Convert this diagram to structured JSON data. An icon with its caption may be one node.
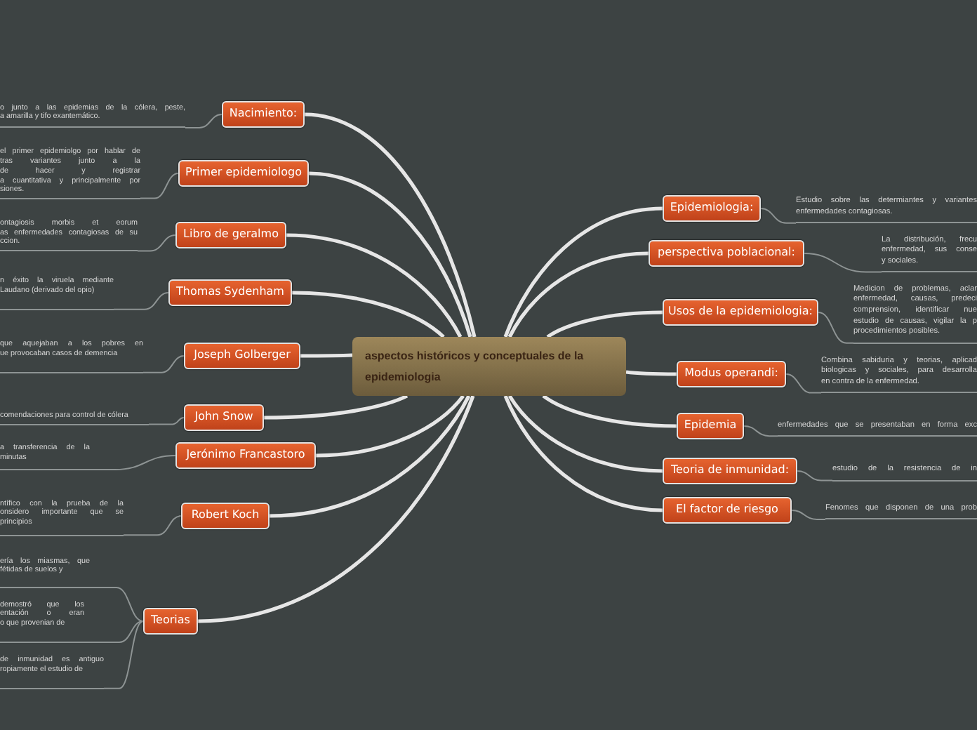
{
  "diagram": {
    "nodes": [
      {
        "text": [
          "aspectos históricos y conceptuales de la epidemiologia"
        ]
      },
      {
        "text": [
          "Nacimiento:"
        ]
      },
      {
        "text": [
          "o junto a las epidemias de la cólera, peste, a amarilla y tifo exantemático."
        ]
      },
      {
        "text": [
          "Primer epidemiologo"
        ]
      },
      {
        "text": [
          "el primer epidemiolgo por hablar de tras variantes junto a la de hacer y registrar a cuantitativa y principalmente por siones."
        ]
      },
      {
        "text": [
          "Libro de geralmo"
        ]
      },
      {
        "text": [
          "ontagiosis morbis et eorum as enfermedades contagiosas de su ccion."
        ]
      },
      {
        "text": [
          "Thomas Sydenham"
        ]
      },
      {
        "text": [
          "n éxito la viruela mediante Laudano (derivado del opio)"
        ]
      },
      {
        "text": [
          "Joseph Golberger"
        ]
      },
      {
        "text": [
          "que aquejaban a los pobres en ue provocaban casos de demencia"
        ]
      },
      {
        "text": [
          "John Snow"
        ]
      },
      {
        "text": [
          "comendaciones para control de cólera"
        ]
      },
      {
        "text": [
          "Jerónimo Francastoro"
        ]
      },
      {
        "text": [
          "a transferencia de la minutas"
        ]
      },
      {
        "text": [
          "Robert Koch"
        ]
      },
      {
        "text": [
          "ntífico con la prueba de la onsidero importante que se principios"
        ]
      },
      {
        "text": [
          "Teorias"
        ]
      },
      {
        "text": [
          "ería los miasmas, que fétidas de suelos y"
        ]
      },
      {
        "text": [
          "demostró que los entación o eran o que provenian de"
        ]
      },
      {
        "text": [
          "de inmunidad es antiguo ropiamente el estudio de"
        ]
      },
      {
        "text": [
          "Epidemiologia:"
        ]
      },
      {
        "text": [
          "Estudio sobre las determiantes y variantes enfermedades contagiosas."
        ]
      },
      {
        "text": [
          "perspectiva poblacional:"
        ]
      },
      {
        "text": [
          "La distribución, frecu enfermedad, sus conse y sociales."
        ]
      },
      {
        "text": [
          "Usos de la epidemiologia:"
        ]
      },
      {
        "text": [
          "Medicion de problemas, aclar enfermedad, causas, predeci comprension, identificar nue estudio de causas, vigilar la p procedimientos posibles."
        ]
      },
      {
        "text": [
          "Modus operandi:"
        ]
      },
      {
        "text": [
          "Combina sabiduria y teorias, aplicad biologicas y sociales, para desarrolla en contra de la enfermedad."
        ]
      },
      {
        "text": [
          "Epidemia"
        ]
      },
      {
        "text": [
          "enfermedades que se presentaban en forma exc"
        ]
      },
      {
        "text": [
          "Teoria de inmunidad:"
        ]
      },
      {
        "text": [
          "estudio de la resistencia de in"
        ]
      },
      {
        "text": [
          "El factor de riesgo"
        ]
      },
      {
        "text": [
          "Fenomes que disponen de una prob"
        ]
      }
    ],
    "edges": [
      {
        "from": 0,
        "to": 1,
        "arrow": "none",
        "style": "thick",
        "color": "#e6e6e6"
      },
      {
        "from": 0,
        "to": 3,
        "arrow": "none",
        "style": "thick",
        "color": "#e6e6e6"
      },
      {
        "from": 0,
        "to": 5,
        "arrow": "none",
        "style": "thick",
        "color": "#e6e6e6"
      },
      {
        "from": 0,
        "to": 7,
        "arrow": "none",
        "style": "thick",
        "color": "#e6e6e6"
      },
      {
        "from": 0,
        "to": 9,
        "arrow": "none",
        "style": "thick",
        "color": "#e6e6e6"
      },
      {
        "from": 0,
        "to": 11,
        "arrow": "none",
        "style": "thick",
        "color": "#e6e6e6"
      },
      {
        "from": 0,
        "to": 13,
        "arrow": "none",
        "style": "thick",
        "color": "#e6e6e6"
      },
      {
        "from": 0,
        "to": 15,
        "arrow": "none",
        "style": "thick",
        "color": "#e6e6e6"
      },
      {
        "from": 0,
        "to": 17,
        "arrow": "none",
        "style": "thick",
        "color": "#e6e6e6"
      },
      {
        "from": 0,
        "to": 21,
        "arrow": "none",
        "style": "thick",
        "color": "#e6e6e6"
      },
      {
        "from": 0,
        "to": 23,
        "arrow": "none",
        "style": "thick",
        "color": "#e6e6e6"
      },
      {
        "from": 0,
        "to": 25,
        "arrow": "none",
        "style": "thick",
        "color": "#e6e6e6"
      },
      {
        "from": 0,
        "to": 27,
        "arrow": "none",
        "style": "thick",
        "color": "#e6e6e6"
      },
      {
        "from": 0,
        "to": 29,
        "arrow": "none",
        "style": "thick",
        "color": "#e6e6e6"
      },
      {
        "from": 0,
        "to": 31,
        "arrow": "none",
        "style": "thick",
        "color": "#e6e6e6"
      },
      {
        "from": 0,
        "to": 33,
        "arrow": "none",
        "style": "thick",
        "color": "#e6e6e6"
      },
      {
        "from": 1,
        "to": 2,
        "arrow": "none"
      },
      {
        "from": 3,
        "to": 4,
        "arrow": "none"
      },
      {
        "from": 5,
        "to": 6,
        "arrow": "none"
      },
      {
        "from": 7,
        "to": 8,
        "arrow": "none"
      },
      {
        "from": 9,
        "to": 10,
        "arrow": "none"
      },
      {
        "from": 11,
        "to": 12,
        "arrow": "none"
      },
      {
        "from": 13,
        "to": 14,
        "arrow": "none"
      },
      {
        "from": 15,
        "to": 16,
        "arrow": "none"
      },
      {
        "from": 17,
        "to": 18,
        "arrow": "none"
      },
      {
        "from": 17,
        "to": 19,
        "arrow": "none"
      },
      {
        "from": 17,
        "to": 20,
        "arrow": "none"
      },
      {
        "from": 21,
        "to": 22,
        "arrow": "none"
      },
      {
        "from": 23,
        "to": 24,
        "arrow": "none"
      },
      {
        "from": 25,
        "to": 26,
        "arrow": "none"
      },
      {
        "from": 27,
        "to": 28,
        "arrow": "none"
      },
      {
        "from": 29,
        "to": 30,
        "arrow": "none"
      },
      {
        "from": 31,
        "to": 32,
        "arrow": "none"
      },
      {
        "from": 33,
        "to": 34,
        "arrow": "none"
      }
    ]
  }
}
